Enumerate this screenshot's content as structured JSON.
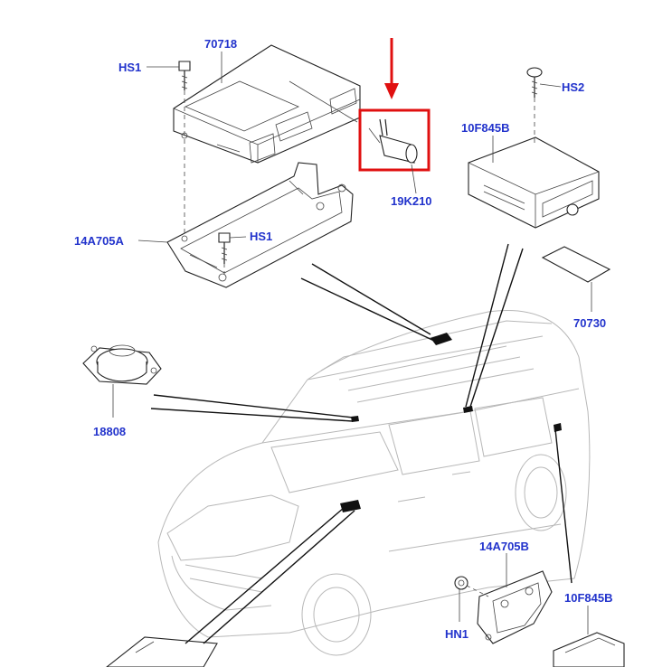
{
  "labels": {
    "p70718": "70718",
    "hs1_top": "HS1",
    "hs1_mid": "HS1",
    "p19k210": "19K210",
    "p14a705a": "14A705A",
    "hs2": "HS2",
    "p10f845b_top": "10F845B",
    "p70730": "70730",
    "p18808": "18808",
    "p14a705b": "14A705B",
    "hn1": "HN1",
    "p10f845b_bottom": "10F845B"
  },
  "colors": {
    "label": "#2233cc",
    "highlight": "#e01010",
    "line": "#222222",
    "car_outline": "#b8b8b8"
  }
}
